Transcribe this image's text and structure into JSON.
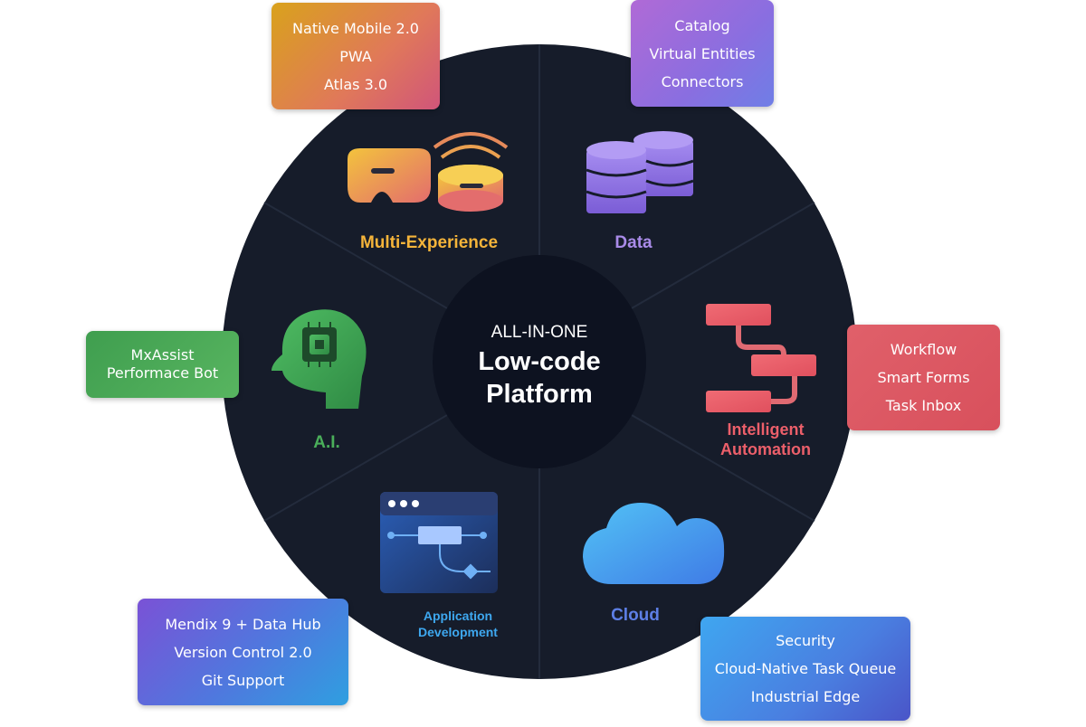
{
  "center": {
    "eyebrow": "ALL-IN-ONE",
    "title_line1": "Low-code",
    "title_line2": "Platform"
  },
  "segments": [
    {
      "key": "multi_experience",
      "label": "Multi-Experience",
      "color": "#f5b43a",
      "items": [
        "Native Mobile 2.0",
        "PWA",
        "Atlas 3.0"
      ]
    },
    {
      "key": "data",
      "label": "Data",
      "color": "#a98be8",
      "items": [
        "Catalog",
        "Virtual Entities",
        "Connectors"
      ]
    },
    {
      "key": "intelligent_automation",
      "label_line1": "Intelligent",
      "label_line2": "Automation",
      "color": "#ec5f6a",
      "items": [
        "Workflow",
        "Smart Forms",
        "Task Inbox"
      ]
    },
    {
      "key": "cloud",
      "label": "Cloud",
      "color": "#5d7fe6",
      "items": [
        "Security",
        "Cloud-Native Task Queue",
        "Industrial Edge"
      ]
    },
    {
      "key": "application_development",
      "label_line1": "Application",
      "label_line2": "Development",
      "color": "#3ea8f0",
      "items": [
        "Mendix 9 + Data Hub",
        "Version Control 2.0",
        "Git Support"
      ]
    },
    {
      "key": "ai",
      "label": "A.I.",
      "color": "#4aae5a",
      "items": [
        "MxAssist",
        "Performace Bot"
      ]
    }
  ],
  "colors": {
    "wheel_background": "#161c2a",
    "wheel_divider": "#222a3a",
    "center_circle": "#0e1320"
  }
}
